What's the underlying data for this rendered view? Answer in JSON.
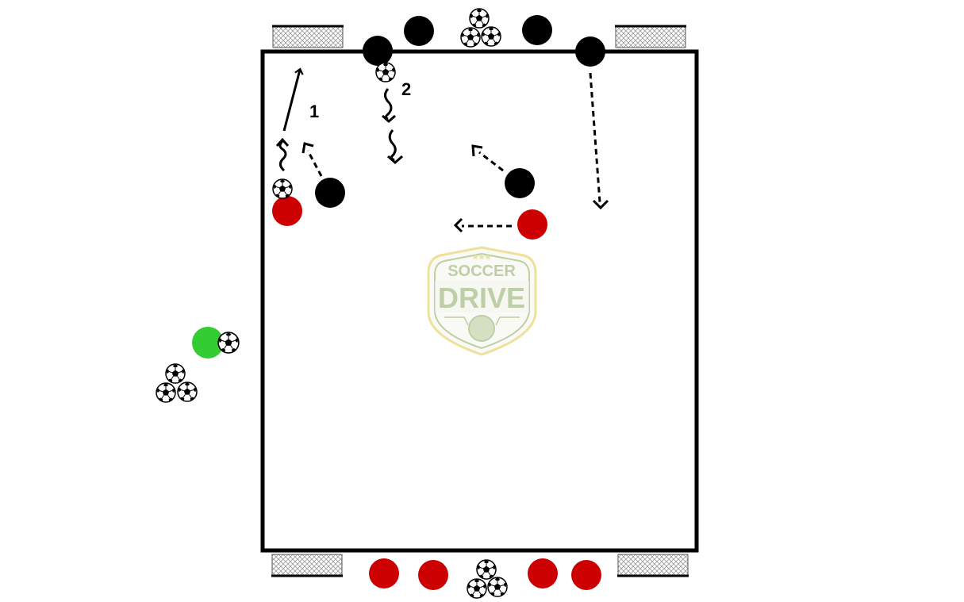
{
  "labels": {
    "sequence_1": "1",
    "sequence_2": "2"
  },
  "watermark": {
    "line1": "SOCCER",
    "line2": "DRIVE",
    "stars": "★★★"
  },
  "colors": {
    "team_black": "#000000",
    "team_red": "#cc0000",
    "server_green": "#33cc33",
    "field_line": "#000000",
    "logo_green": "#a9c08a",
    "logo_gold": "#e8d77a"
  },
  "icons": {
    "ball": "soccer-ball-icon",
    "goal": "mini-goal-icon"
  }
}
